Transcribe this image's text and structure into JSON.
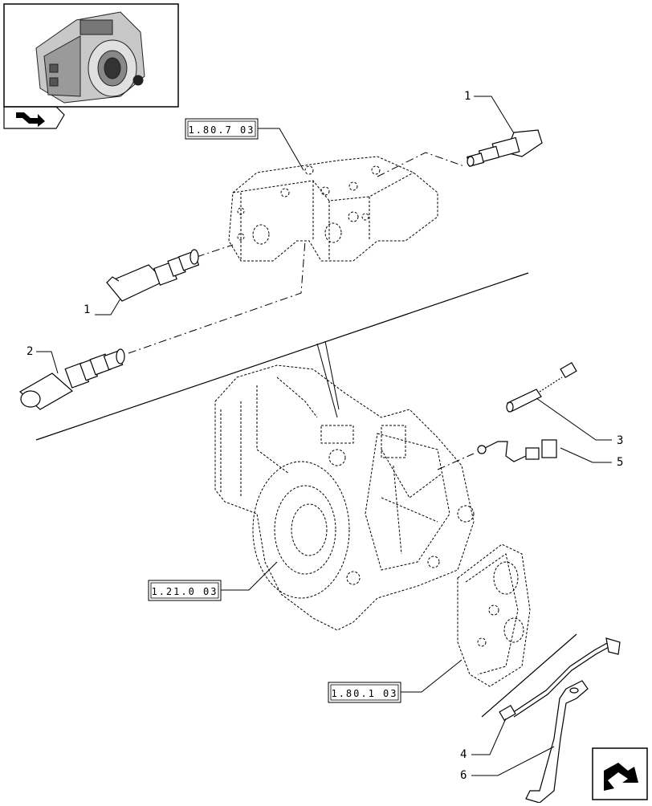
{
  "reference_labels": {
    "valve_block": "1.80.7 03",
    "transmission_housing": "1.21.0 03",
    "rear_cover": "1.80.1 03"
  },
  "callouts": {
    "solenoid_valve_top": "1",
    "solenoid_valve_left": "1",
    "solenoid_valve_2": "2",
    "sensor_3": "3",
    "harness_5": "5",
    "cable_4": "4",
    "bracket_6": "6"
  },
  "icons": {
    "thumbnail_nav": "arrow-icon",
    "next_page_nav": "arrow-icon"
  }
}
